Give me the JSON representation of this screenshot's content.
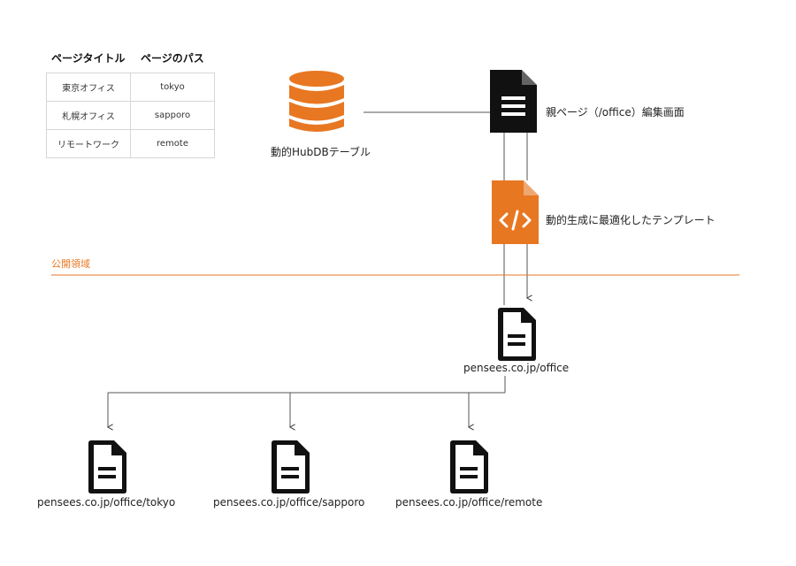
{
  "table": {
    "headers": [
      "ページタイトル",
      "ページのパス"
    ],
    "rows": [
      [
        "東京オフィス",
        "tokyo"
      ],
      [
        "札幌オフィス",
        "sapporo"
      ],
      [
        "リモートワーク",
        "remote"
      ]
    ]
  },
  "nodes": {
    "database": "動的HubDBテーブル",
    "parent_page": "親ページ（/office）編集画面",
    "template": "動的生成に最適化したテンプレート",
    "office_page": "pensees.co.jp/office",
    "children": [
      "pensees.co.jp/office/tokyo",
      "pensees.co.jp/office/sapporo",
      "pensees.co.jp/office/remote"
    ]
  },
  "section": {
    "public_area": "公開領域"
  },
  "colors": {
    "accent": "#e87722",
    "dark": "#111111",
    "line": "#555555"
  },
  "icons": {
    "database": "database-icon",
    "document": "document-icon",
    "code_document": "code-document-icon"
  }
}
